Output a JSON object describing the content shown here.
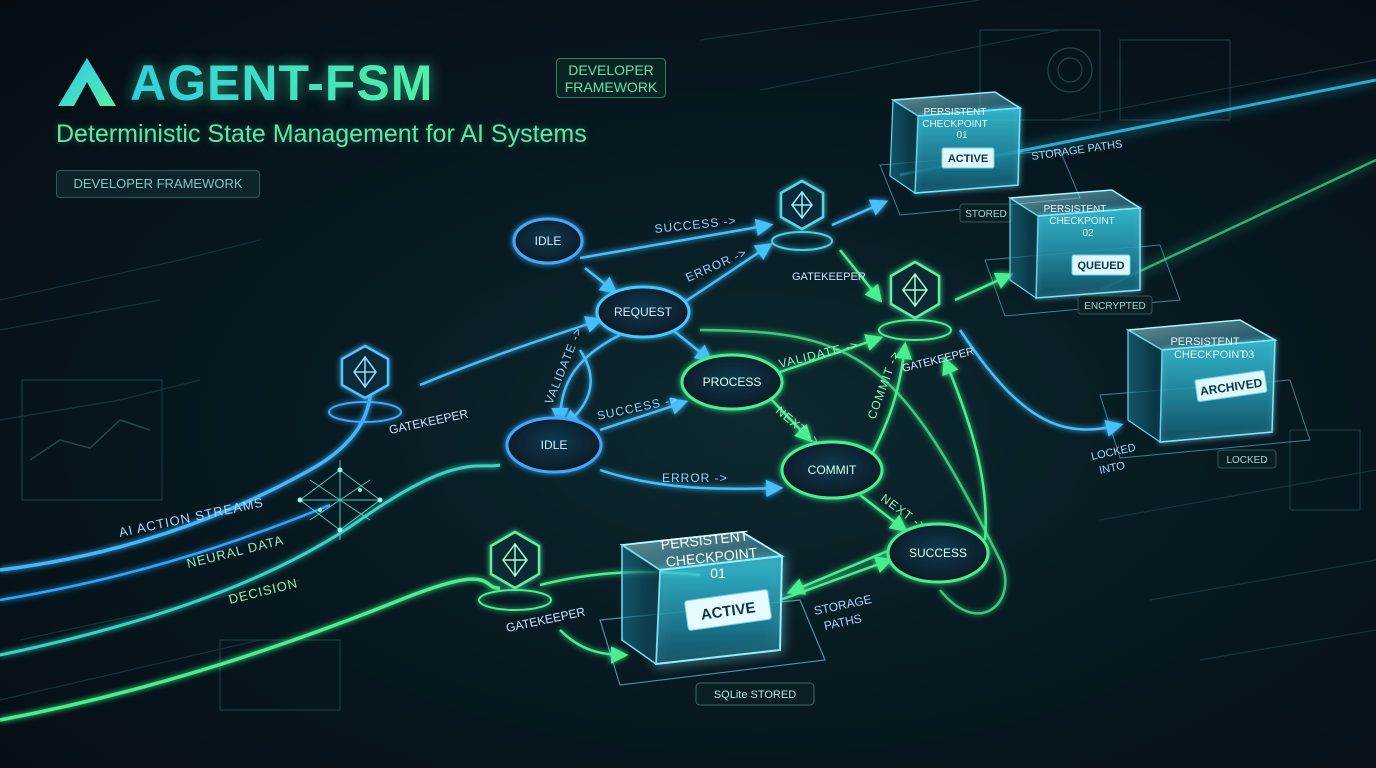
{
  "brand": {
    "title": "AGENT-FSM",
    "subtitle": "Deterministic State Management for AI Systems",
    "badge_top": "DEVELOPER FRAMEWORK",
    "badge_bottom": "DEVELOPER FRAMEWORK"
  },
  "colors": {
    "blue": "#3fb8ff",
    "green": "#43f08e",
    "cyan": "#5ff5ff"
  },
  "inputs": [
    "AI ACTION STREAMS",
    "NEURAL DATA",
    "DECISION"
  ],
  "states": {
    "idle_top": "IDLE",
    "request": "REQUEST",
    "idle_mid": "IDLE",
    "process": "PROCESS",
    "commit": "COMMIT",
    "success": "SUCCESS"
  },
  "gatekeepers": {
    "g1": "GATEKEEPER",
    "g2": "GATEKEEPER",
    "g3": "GATEKEEPER",
    "g4": "GATEKEEPER"
  },
  "edges": {
    "success_top": "SUCCESS ->",
    "error_top": "ERROR ->",
    "validate_left": "VALIDATE ->",
    "success_mid": "SUCCESS ->",
    "validate_right": "VALIDATE ->",
    "next_1": "NEXT ->",
    "commit_up": "COMMIT ->",
    "error_mid": "ERROR ->",
    "next_2": "NEXT ->"
  },
  "checkpoints": {
    "top": {
      "title_1": "PERSISTENT",
      "title_2": "CHECKPOINT",
      "title_3": "01",
      "status": "ACTIVE",
      "caption": "STORED",
      "side_label": "STORAGE PATHS"
    },
    "second": {
      "title_1": "PERSISTENT",
      "title_2": "CHECKPOINT",
      "title_3": "02",
      "status": "QUEUED",
      "caption": "ENCRYPTED"
    },
    "third": {
      "title_1": "PERSISTENT",
      "title_2": "CHECKPOINT",
      "title_3": "03",
      "status": "ARCHIVED",
      "caption": "LOCKED",
      "side_label_1": "LOCKED",
      "side_label_2": "INTO"
    },
    "main": {
      "title_1": "PERSISTENT",
      "title_2": "CHECKPOINT",
      "title_3": "01",
      "status": "ACTIVE",
      "caption": "SQLite STORED",
      "side_label_1": "STORAGE",
      "side_label_2": "PATHS"
    }
  }
}
